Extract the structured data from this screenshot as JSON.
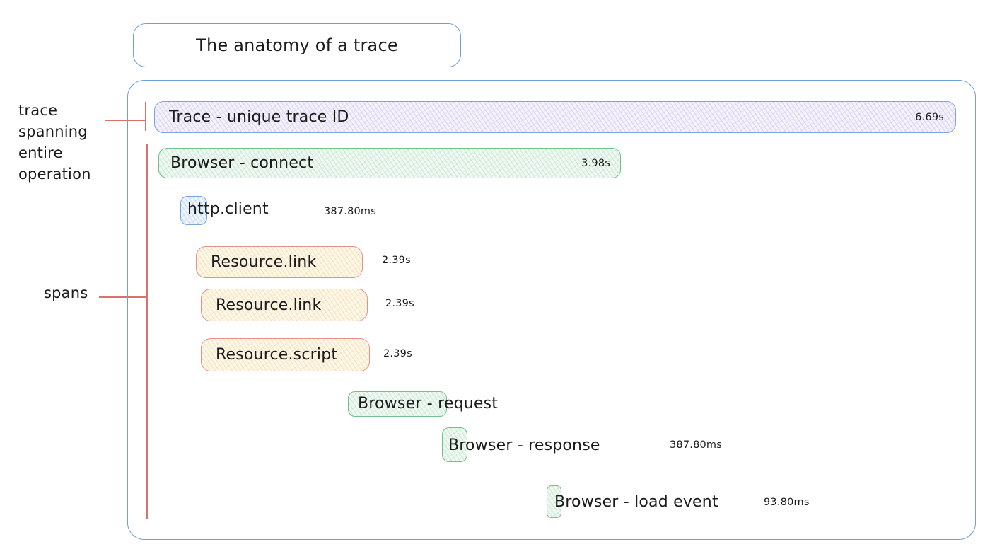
{
  "title": "The anatomy of a trace",
  "annotations": {
    "trace_label": "trace\nspanning\nentire\noperation",
    "spans_label": "spans"
  },
  "trace": {
    "label": "Trace - unique trace ID",
    "duration": "6.69s"
  },
  "spans": [
    {
      "label": "Browser - connect",
      "duration": "3.98s"
    },
    {
      "label": "http.client",
      "duration": "387.80ms"
    },
    {
      "label": "Resource.link",
      "duration": "2.39s"
    },
    {
      "label": "Resource.link",
      "duration": "2.39s"
    },
    {
      "label": "Resource.script",
      "duration": "2.39s"
    },
    {
      "label": "Browser - request",
      "duration": ""
    },
    {
      "label": "Browser - response",
      "duration": "387.80ms"
    },
    {
      "label": "Browser - load event",
      "duration": "93.80ms"
    }
  ],
  "colors": {
    "frame_border": "#6ea0d8",
    "trace_fill": "#f6f3fc",
    "green_border": "#74bf8e",
    "salmon_border": "#e4938b",
    "annotation_red": "#d9726f",
    "text": "#1b1b1b"
  }
}
